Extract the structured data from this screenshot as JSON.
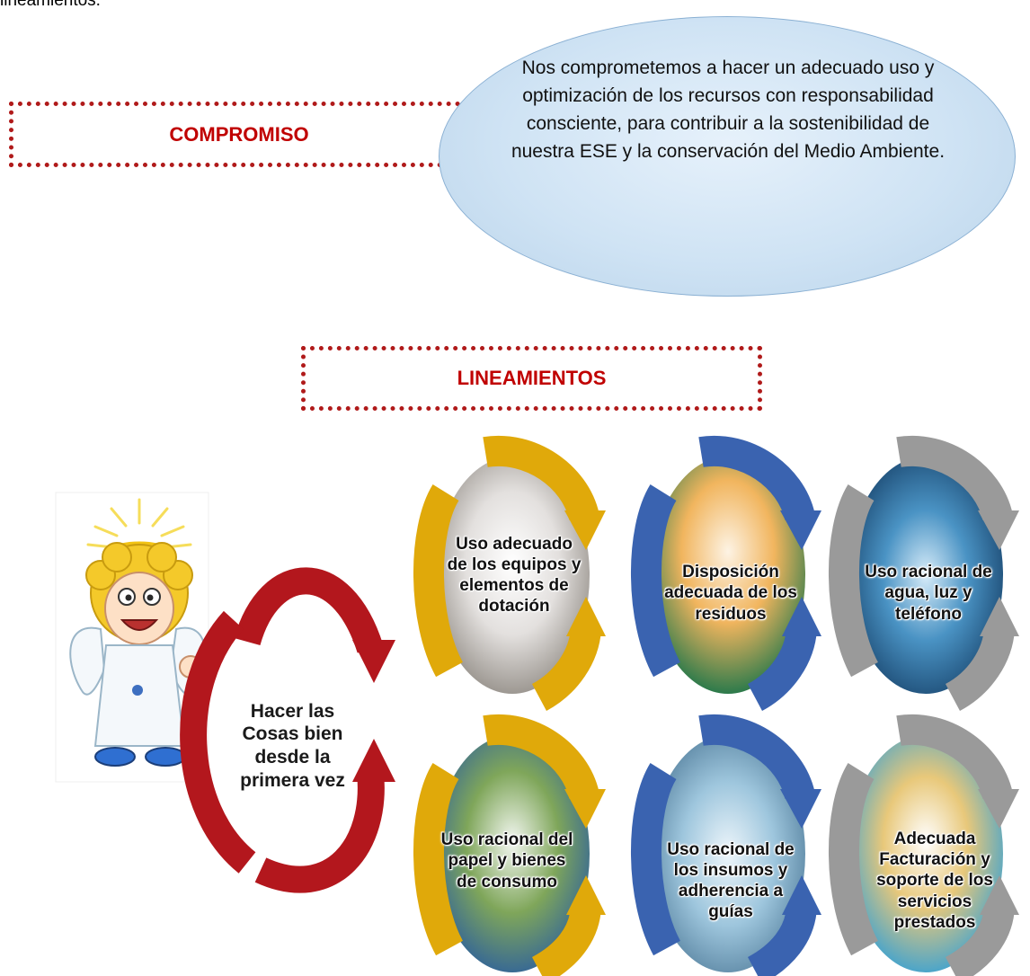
{
  "top_text": "lineamientos.",
  "compromiso": {
    "title": "COMPROMISO",
    "statement": "Nos comprometemos a hacer un adecuado uso y optimización de los recursos con responsabilidad consciente, para contribuir a la sostenibilidad de nuestra ESE y la conservación del Medio Ambiente."
  },
  "lineamientos": {
    "title": "LINEAMIENTOS",
    "center": "Hacer las Cosas bien desde la primera vez",
    "items": [
      "Uso adecuado de los equipos y elementos de dotación",
      "Disposición adecuada de los residuos",
      "Uso racional de agua, luz y teléfono",
      "Uso racional del papel y bienes de consumo",
      "Uso racional de los insumos y adherencia a guías",
      "Adecuada Facturación y soporte de los servicios prestados"
    ]
  },
  "colors": {
    "border_red": "#b01a1a",
    "title_red": "#c00000",
    "arrow_red": "#b3171d",
    "arrow_gold": "#e0a90a",
    "arrow_blue": "#3a63b0",
    "arrow_gray": "#9a9a9a"
  }
}
